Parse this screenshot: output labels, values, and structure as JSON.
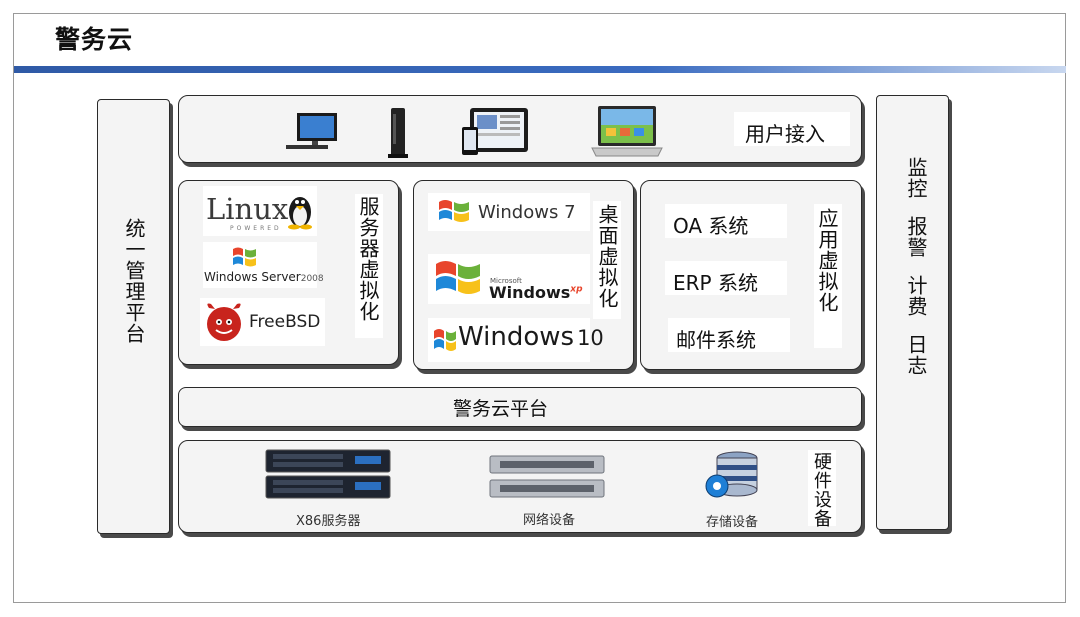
{
  "header": {
    "title": "警务云"
  },
  "left_pillar": {
    "label": "统一管理平台"
  },
  "right_pillar": {
    "labels": [
      "监控",
      "报警",
      "计费",
      "日志"
    ]
  },
  "user_access": {
    "label": "用户接入",
    "devices": [
      "desktop-monitor-icon",
      "thin-client-icon",
      "tablet-phone-icon",
      "laptop-icon"
    ]
  },
  "server_virt": {
    "label": "服务器虚拟化",
    "os": [
      "Linux",
      "POWERED",
      "Windows Server",
      "2008",
      "FreeBSD"
    ]
  },
  "desktop_virt": {
    "label": "桌面虚拟化",
    "os": [
      "Windows 7",
      "Microsoft",
      "Windows",
      "xp",
      "Windows",
      "10"
    ]
  },
  "app_virt": {
    "label": "应用虚拟化",
    "apps": [
      "OA 系统",
      "ERP 系统",
      "邮件系统"
    ]
  },
  "platform": {
    "label": "警务云平台"
  },
  "hardware": {
    "label": "硬件设备",
    "items": [
      "X86服务器",
      "网络设备",
      "存储设备"
    ]
  },
  "colors": {
    "rule_blue": "#2f5aa6",
    "win_red": "#e8452c",
    "win_green": "#6bb13a",
    "win_blue": "#1e88d8",
    "win_yellow": "#f7c11a",
    "bsd_red": "#c8241d"
  }
}
